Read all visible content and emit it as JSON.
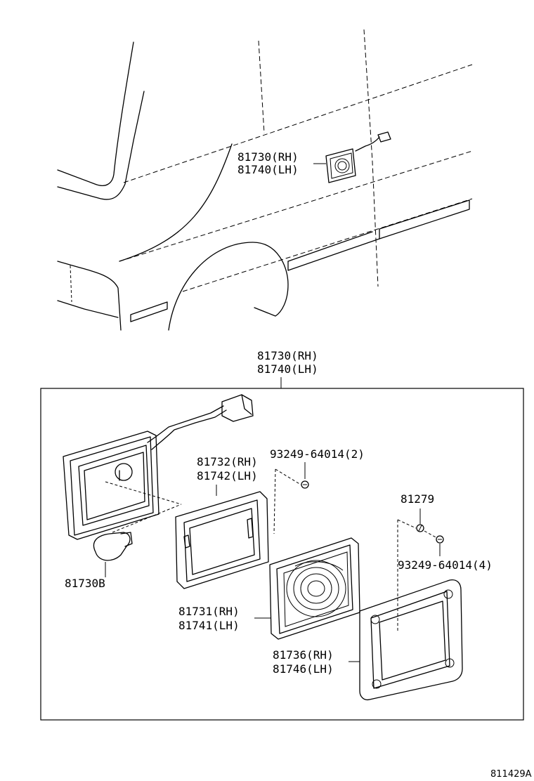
{
  "vehicle": {
    "label_rh": "81730(RH)",
    "label_lh": "81740(LH)"
  },
  "assembly": {
    "label_rh": "81730(RH)",
    "label_lh": "81740(LH)"
  },
  "parts": {
    "gasket_rh": "81732(RH)",
    "gasket_lh": "81742(LH)",
    "screw_a": "93249-64014(2)",
    "clip": "81279",
    "screw_b": "93249-64014(4)",
    "bulb": "81730B",
    "lens_rh": "81731(RH)",
    "lens_lh": "81741(LH)",
    "frame_rh": "81736(RH)",
    "frame_lh": "81746(LH)"
  },
  "figure_ref": "811429A"
}
